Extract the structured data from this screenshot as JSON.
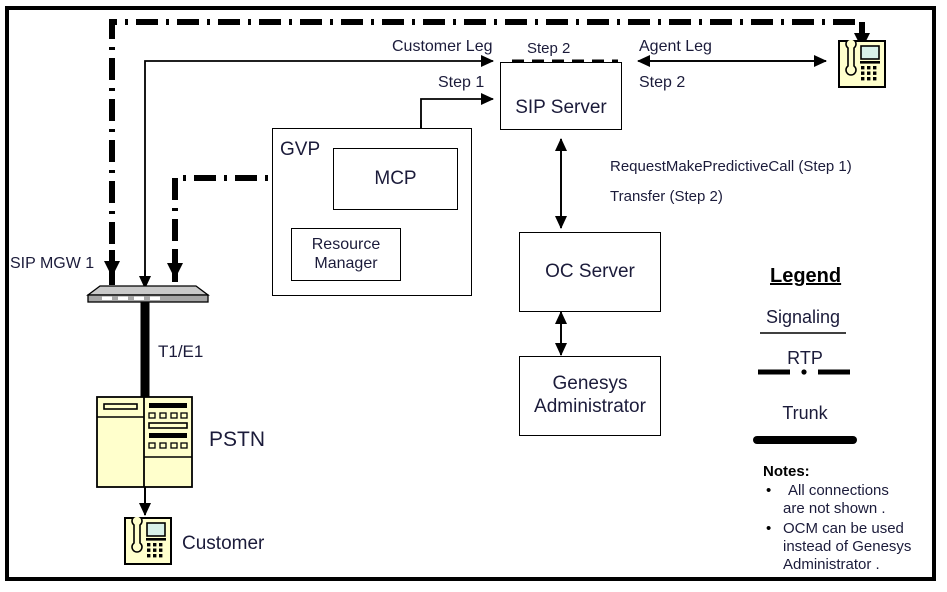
{
  "diagram": {
    "title_hidden": "",
    "boxes": [
      {
        "id": "sip_server",
        "label": "SIP Server"
      },
      {
        "id": "mcp",
        "label": "MCP"
      },
      {
        "id": "resource_manager",
        "label": "Resource\nManager"
      },
      {
        "id": "oc_server",
        "label": "OC Server"
      },
      {
        "id": "genesys_administrator",
        "label": "Genesys\nAdministrator"
      },
      {
        "id": "gvp",
        "label": "GVP"
      }
    ],
    "labels": {
      "customer_leg": "Customer Leg",
      "agent_leg": "Agent Leg",
      "step2_top": "Step 2",
      "step1": "Step 1",
      "step2_right": "Step 2",
      "gvp": "GVP",
      "sip_mgw": "SIP MGW 1",
      "t1e1": "T1/E1",
      "pstn": "PSTN",
      "customer": "Customer",
      "request_make_predictive_call": "RequestMakePredictiveCall (Step 1)",
      "transfer": "Transfer (Step 2)"
    },
    "legend": {
      "title": "Legend",
      "items": [
        {
          "name": "Signaling",
          "style": "solid-thin"
        },
        {
          "name": "RTP",
          "style": "dash-dot"
        },
        {
          "name": "Trunk",
          "style": "solid-thick"
        }
      ]
    },
    "notes": {
      "title": "Notes:",
      "items": [
        "All connections are not shown .",
        "OCM can be used instead of Genesys Administrator ."
      ],
      "lines": [
        [
          " All connections",
          "are not shown ."
        ],
        [
          "OCM can be used",
          "instead of Genesys",
          "Administrator ."
        ]
      ]
    },
    "colors": {
      "frame": "#000000",
      "text": "#1b1b3a",
      "device_cream": "#ffffcc",
      "gateway_gray": "#a8a8a8",
      "gateway_top": "#c8c8c8",
      "line": "#000000"
    },
    "devices": [
      {
        "id": "sip_mgw",
        "type": "gateway"
      },
      {
        "id": "pstn",
        "type": "server"
      },
      {
        "id": "customer_phone",
        "type": "phone"
      },
      {
        "id": "agent_phone",
        "type": "phone"
      }
    ]
  }
}
